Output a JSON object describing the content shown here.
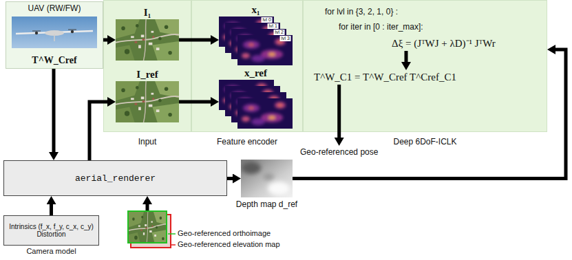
{
  "diagram": {
    "nodes": [
      {
        "text": [
          "UAV (RW/FW)",
          "T^W_Cref"
        ]
      },
      {
        "text": [
          "Input"
        ]
      },
      {
        "text": [
          "I₁"
        ],
        "in": 1
      },
      {
        "text": [
          "I_ref"
        ],
        "in": 1
      },
      {
        "text": [
          "Feature encoder"
        ]
      },
      {
        "text": [
          "x₁",
          "lvl 0",
          "lvl 1",
          "lvl 2",
          "lvl 3"
        ],
        "in": 4
      },
      {
        "text": [
          "x_ref"
        ],
        "in": 4
      },
      {
        "text": [
          "Deep 6DoF-ICLK",
          "for lvl in {3, 2, 1, 0} :",
          "for iter in [0 : iter_max]:"
        ]
      },
      {
        "text": [
          "Δξ = (JᵀWJ + λD)⁻¹ JᵀWr"
        ],
        "in": 7
      },
      {
        "text": [
          "T^W_C1 = T^W_Cref T^Cref_C1"
        ],
        "in": 7
      },
      {
        "text": [
          "Geo-referenced pose"
        ]
      },
      {
        "text": [
          "aerial_renderer"
        ]
      },
      {
        "text": [
          "Intrinsics (f_x, f_y, c_x, c_y)",
          "Distortion",
          "Camera model"
        ]
      },
      {
        "text": [
          "Geo-referenced orthoimage",
          "Geo-referenced elevation map"
        ]
      },
      {
        "text": [
          "Depth map d_ref"
        ]
      }
    ],
    "edges": [
      {
        "from": 0,
        "to": 2,
        "arrow": "to"
      },
      {
        "from": 0,
        "to": 11,
        "arrow": "to"
      },
      {
        "from": 11,
        "to": 3,
        "arrow": "to"
      },
      {
        "from": 2,
        "to": 5,
        "arrow": "to"
      },
      {
        "from": 3,
        "to": 6,
        "arrow": "to"
      },
      {
        "from": 11,
        "to": 14,
        "arrow": "to"
      },
      {
        "from": 14,
        "to": 7,
        "arrow": "to"
      },
      {
        "from": 8,
        "to": 9,
        "arrow": "to"
      },
      {
        "from": 9,
        "to": 10,
        "arrow": "to"
      },
      {
        "from": 12,
        "to": 11,
        "arrow": "to"
      },
      {
        "from": 13,
        "to": 11,
        "arrow": "to"
      }
    ]
  }
}
